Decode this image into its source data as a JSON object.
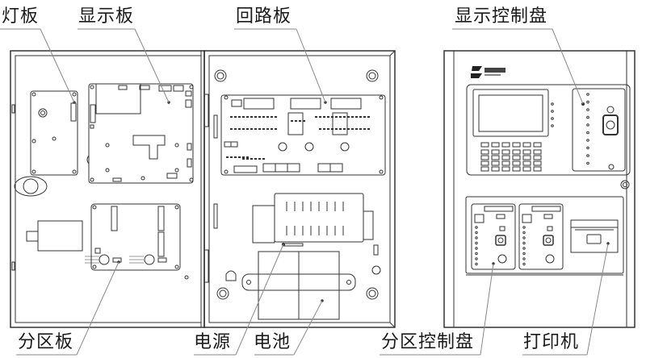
{
  "labels": {
    "lamp_board": "灯板",
    "display_board": "显示板",
    "loop_board": "回路板",
    "display_control_panel": "显示控制盘",
    "zone_board": "分区板",
    "power_supply": "电源",
    "battery": "电池",
    "zone_control_panel": "分区控制盘",
    "printer": "打印机"
  },
  "colors": {
    "line": "#333333",
    "leader": "#8a8a8a",
    "text": "#1a1a1a",
    "background": "#ffffff"
  }
}
